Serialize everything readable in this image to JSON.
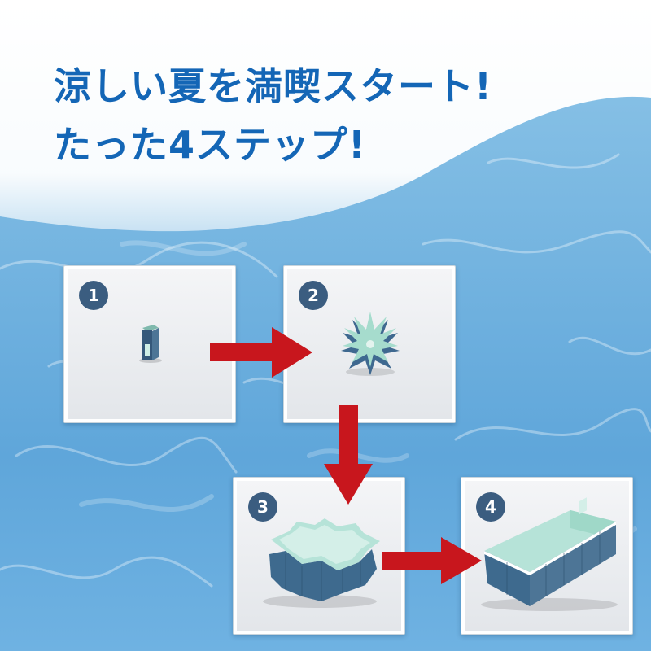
{
  "headline": {
    "line1": "涼しい夏を満喫スタート!",
    "line2": "たった4ステップ!"
  },
  "steps": [
    {
      "number": "1",
      "icon": "folded-pool-block-icon"
    },
    {
      "number": "2",
      "icon": "unfolding-pool-star-icon"
    },
    {
      "number": "3",
      "icon": "expanding-pool-icon"
    },
    {
      "number": "4",
      "icon": "rectangular-pool-icon"
    }
  ],
  "colors": {
    "headline": "#1466b6",
    "badge": "#3b5d80",
    "arrow": "#c8161d",
    "pool_wall": "#3e6a8e",
    "pool_inner": "#b6e3d8"
  }
}
